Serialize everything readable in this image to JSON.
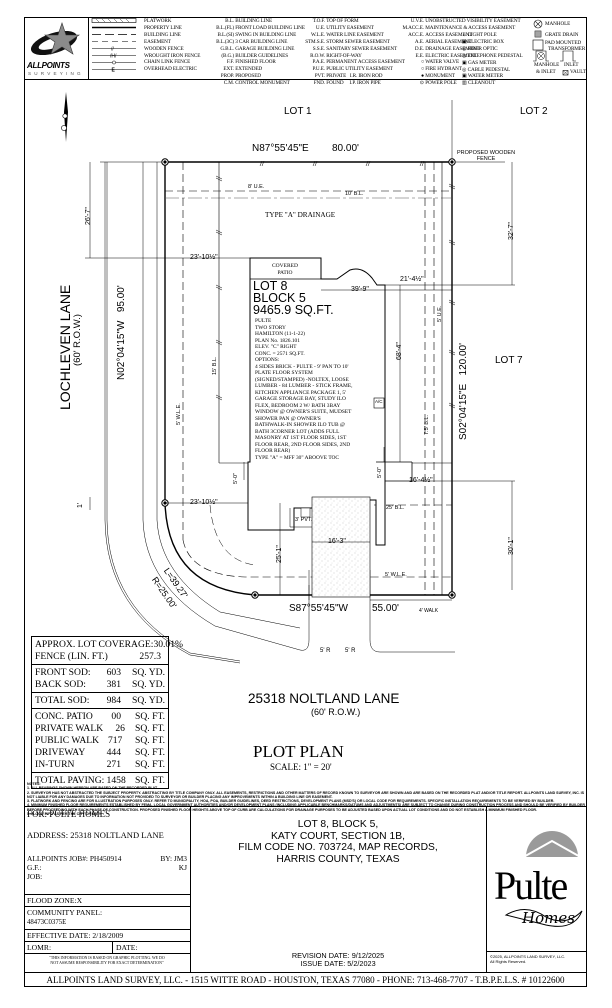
{
  "legend": {
    "logo": {
      "name": "ALLPOINTS",
      "sub": "SURVEYING"
    },
    "line_types": [
      {
        "symbol": "platwork-hatch",
        "label": "PLATWORK"
      },
      {
        "symbol": "solid-heavy",
        "label": "PROPERTY LINE"
      },
      {
        "symbol": "long-dash",
        "label": "BUILDING LINE"
      },
      {
        "symbol": "dash",
        "label": "EASEMENT"
      },
      {
        "symbol": "wooden-fence",
        "label": "WOODEN FENCE"
      },
      {
        "symbol": "wrought-iron-fence",
        "label": "WROUGHT IRON FENCE"
      },
      {
        "symbol": "chain-link-fence",
        "label": "CHAIN LINK FENCE"
      },
      {
        "symbol": "overhead-electric",
        "label": "OVERHEAD ELECTRIC"
      }
    ],
    "abbrev_col1": [
      {
        "ab": "B.L.",
        "def": "BUILDING LINE"
      },
      {
        "ab": "B.L.(FL)",
        "def": "FRONT LOAD BUILDING LINE"
      },
      {
        "ab": "B.L.(SI)",
        "def": "SWING IN BUILDING LINE"
      },
      {
        "ab": "B.L.(3C)",
        "def": "3 CAR BUILDING LINE"
      },
      {
        "ab": "G.B.L.",
        "def": "GARAGE BUILDING LINE"
      },
      {
        "ab": "(B.G.)",
        "def": "BUILDER GUIDELINES"
      },
      {
        "ab": "F.F.",
        "def": "FINISHED FLOOR"
      },
      {
        "ab": "EXT.",
        "def": "EXTENDED"
      },
      {
        "ab": "PROP.",
        "def": "PROPOSED"
      },
      {
        "ab": "C.M.",
        "def": "CONTROL MONUMENT"
      }
    ],
    "abbrev_col2": [
      {
        "ab": "T.O.F.",
        "def": "TOP OF FORM"
      },
      {
        "ab": "U.E.",
        "def": "UTILITY EASEMENT"
      },
      {
        "ab": "W.L.E.",
        "def": "WATER LINE EASEMENT"
      },
      {
        "ab": "STM.S.E.",
        "def": "STORM SEWER EASEMENT"
      },
      {
        "ab": "S.S.E.",
        "def": "SANITARY SEWER EASEMENT"
      },
      {
        "ab": "R.O.W.",
        "def": "RIGHT-OF-WAY"
      },
      {
        "ab": "P.A.E.",
        "def": "PERMANENT ACCESS EASEMENT"
      },
      {
        "ab": "P.U.E.",
        "def": "PUBLIC UTILITY EASEMENT"
      },
      {
        "ab": "PVT.",
        "def": "PRIVATE   I.R. IRON ROD"
      },
      {
        "ab": "FND.",
        "def": "FOUND     I.P. IRON PIPE"
      }
    ],
    "abbrev_col3": [
      {
        "ab": "U.V.E.",
        "def": "UNOBSTRUCTED VISIBILITY EASEMENT"
      },
      {
        "ab": "M.ACC.E.",
        "def": "MAINTENANCE & ACCESS EASEMENT"
      },
      {
        "ab": "ACC.E.",
        "def": "ACCESS EASEMENT"
      },
      {
        "ab": "A.E.",
        "def": "AERIAL EASEMENT"
      },
      {
        "ab": "D.E.",
        "def": "DRAINAGE EASEMENT"
      },
      {
        "ab": "E.E.",
        "def": "ELECTRIC EASEMENT"
      },
      {
        "ab": "○",
        "def": "WATER VALVE"
      },
      {
        "ab": "○",
        "def": "FIRE HYDRANT"
      },
      {
        "ab": "●",
        "def": "MONUMENT"
      },
      {
        "ab": "⊙",
        "def": "POWER POLE"
      }
    ],
    "symbols_col4": [
      "LIGHT POLE",
      "ELECTRIC BOX",
      "FIBER OPTIC",
      "TELEPHONE PEDESTAL",
      "GAS METER",
      "CABLE PEDESTAL",
      "WATER METER",
      "CLEANOUT"
    ],
    "symbols_col5": {
      "manhole": "MANHOLE",
      "grate_drain": "GRATE DRAIN",
      "pad_mounted": "PAD MOUNTED",
      "transformer": "TRANSFORMER",
      "manhole_inlet_1": "MANHOLE",
      "manhole_inlet_2": "& INLET",
      "inlet": "INLET",
      "vault": "VAULT"
    }
  },
  "plan": {
    "lot_north": "LOT 1",
    "lot_ne": "LOT 2",
    "lot_east": "LOT 7",
    "north_bearing": "N87°55'45\"E",
    "north_distance": "80.00'",
    "west_bearing": "N02°04'15\"W",
    "west_distance": "95.00'",
    "east_bearing": "S02°04'15\"E",
    "east_distance": "120.00'",
    "south_bearing": "S87°55'45\"W",
    "south_distance": "55.00'",
    "curve_length": "L=39.27'",
    "curve_radius": "R=25.00'",
    "proposed_fence": [
      "PROPOSED WOODEN",
      "FENCE"
    ],
    "ue_8": "8' U.E.",
    "bl_10": "10' B.L.",
    "drainage": "TYPE \"A\" DRAINAGE",
    "covered_patio": [
      "COVERED",
      "PATIO"
    ],
    "lot_label": "LOT 8",
    "block_label": "BLOCK 5",
    "area_label": "9465.9 SQ.FT.",
    "house_notes": [
      "PULTE",
      "TWO STORY",
      "HAMILTON (11-1-22)",
      "PLAN No. 1826.101",
      "ELEV. \"C\" RIGHT",
      "CONC. = 2571 SQ.FT.",
      "OPTIONS:",
      "4 SIDES BRICK - PULTE - 9' PAN TO 10'",
      "PLATE FLOOR SYSTEM",
      "(SIGNED/STAMPED) -NOLTEX, LOOSE",
      "LUMBER - 84 LUMBER - STICK FRAME,",
      "KITCHEN APPLIANCE PACKAGE 1, 5'",
      "GARAGE STORAGE BAY, STUDY ILO",
      "FLEX, BEDROOM 2 W/ BATH 3BAY",
      "WINDOW @ OWNER'S SUITE, MUDSET",
      "SHOWER PAN @ OWNER'S",
      "BATHWALK-IN SHOWER ILO TUB @",
      "BATH 3CORNER LOT (ADDS FULL",
      "MASONRY AT 1ST FLOOR SIDES, 1ST",
      "FLOOR REAR, 2ND FLOOR SIDES, 2ND",
      "FLOOR REAR)",
      "TYPE \"A\" = MFF 30\" ABOOVE TOC"
    ],
    "dims": {
      "d26_7": "26'-7\"",
      "d23_10_top": "23'-10½\"",
      "d23_10_bot": "23'-10½\"",
      "d1": "1'",
      "d39_9": "39'-9\"",
      "d21_4": "21'-4½\"",
      "d32_7": "32'-7\"",
      "d68_4": "68'-4\"",
      "d15_bl": "15' B.L.",
      "d5_wle_w": "5' W.L.E.",
      "d5_ue_e": "5' U.E.",
      "d7_5_bl": "7.5' B.L.",
      "d5_0_a": "5'-0\"",
      "d5_0_b": "5'-0\"",
      "d16_4": "16'-4½\"",
      "d25_bl": "25' B.L.",
      "d3_pvt": "3' PVT.",
      "d16_3": "16'-3\"",
      "d25_1": "25'-1\"",
      "d5_wle_s": "5' W.L.E.",
      "d30_1": "30'-1\"",
      "walk4": "4' WALK",
      "r5_left": "5' R",
      "r5_right": "5' R",
      "ac": "A/C"
    },
    "street_west": "LOCHLEVEN LANE",
    "street_west_row": "(60' R.O.W.)",
    "street_south": "25318 NOLTLAND LANE",
    "street_south_row": "(60' R.O.W.)",
    "title": "PLOT PLAN",
    "scale": "SCALE: 1\" = 20'"
  },
  "summary_table": {
    "coverage_label": "APPROX. LOT COVERAGE:",
    "coverage_value": "30.01%",
    "fence_label": "FENCE (LIN. FT.)",
    "fence_value": "257.3",
    "sod": [
      {
        "label": "FRONT SOD:",
        "value": "603",
        "unit": "SQ. YD."
      },
      {
        "label": "BACK SOD:",
        "value": "381",
        "unit": "SQ. YD."
      }
    ],
    "total_sod": {
      "label": "TOTAL SOD:",
      "value": "984",
      "unit": "SQ. YD."
    },
    "paving": [
      {
        "label": "CONC. PATIO",
        "value": "00",
        "unit": "SQ. FT."
      },
      {
        "label": "PRIVATE WALK",
        "value": "26",
        "unit": "SQ. FT."
      },
      {
        "label": "PUBLIC WALK",
        "value": "717",
        "unit": "SQ. FT."
      },
      {
        "label": "DRIVEWAY",
        "value": "444",
        "unit": "SQ. FT."
      },
      {
        "label": "IN-TURN",
        "value": "271",
        "unit": "SQ. FT."
      }
    ],
    "total_paving": {
      "label": "TOTAL PAVING:",
      "value": "1458",
      "unit": "SQ. FT."
    }
  },
  "notes": {
    "heading": "NOTES:",
    "items": [
      "1. ALL BEARINGS SHOWN HEREON ARE BASED ON THE RECORDED PLAT.",
      "2. SURVEYOR HAS NOT ABSTRACTED THE SUBJECT PROPERTY. ABSTRACTING BY TITLE COMPANY ONLY. ALL EASEMENTS, RESTRICTIONS AND OTHER MATTERS OF RECORD KNOWN TO SURVEYOR ARE SHOWN AND ARE BASED ON THE RECORDED PLAT AND/OR TITLE REPORT. ALLPOINTS LAND SURVEY, INC. IS NOT LIABLE FOR ANY DAMAGES DUE TO INFORMATION NOT PROVIDED TO SURVEYOR OR BUILDER PLACING ANY IMPROVEMENTS WITHIN A BUILDING LINE OR EASEMENT.",
      "3. FLATWORK AND FENCING ARE FOR ILLUSTRATION PURPOSES ONLY. REFER TO MUNICIPALITY, HOA, POA, BUILDER GUIDELINES, DEED RESTRICTIONS, DEVELOPMENT PLANS (MSD'S) OR LOCAL CODE FOR REQUIREMENTS. SPECIFIC INSTALLATION REQUIREMENTS TO BE VERIFIED BY BUILDER.",
      "4. MINIMUM FINISHED FLOOR REQUIREMENTS ESTABLISHED BY FEMA, LOCAL GOVERNMENT AUTHORITIES AND/OR DEVELOPMENT PLANS (INCLUDING APPLICABLE BENCHMARKS/DATUMS AND ADJUSTMENTS) ARE SUBJECT TO CHANGE DURING CONSTRUCTION PROCESS AND SHOULD BE VERIFIED BY BUILDER BEFORE PROCEEDING WITH EACH PHASE OF CONSTRUCTION. PROPOSED FINISHED FLOOR HEIGHTS ABOVE TOP OF CURB ARE CALCULATIONS FOR DRAINAGE PURPOSES TO BE ADJUSTED BASED UPON ACTUAL LOT CONDITIONS AND DO NOT ESTABLISH A MINIMUM FINISHED FLOOR.",
      "5. FLOOD INFO AS PER THE CITY OF KATY"
    ]
  },
  "title_block": {
    "for": "FOR:  PULTE HOMES",
    "address": "ADDRESS: 25318 NOLTLAND LANE",
    "job_label": "ALLPOINTS JOB#: PH450914",
    "by": "BY: JM3",
    "gf": "G.F.:",
    "kj": "KJ",
    "job": "JOB:",
    "flood_zone": "FLOOD ZONE:X",
    "community_panel_label": "COMMUNITY PANEL:",
    "community_panel": "48473C0375E",
    "effective_date": "EFFECTIVE DATE: 2/18/2009",
    "lomr": "LOMR:",
    "date": "DATE:",
    "disclaimer": [
      "\"THIS INFORMATION IS BASED ON GRAPHIC PLOTTING.  WE DO",
      "NOT ASSUME RESPONSIBILITY FOR EXACT DETERMINATION\""
    ],
    "legal": [
      "LOT 8, BLOCK 5,",
      "KATY COURT, SECTION 1B,",
      "FILM CODE NO. 703724, MAP RECORDS,",
      "HARRIS COUNTY, TEXAS"
    ],
    "revision_date": "REVISION DATE: 9/12/2025",
    "issue_date": "ISSUE DATE: 5/2/2023",
    "brand": {
      "line1": "Pulte",
      "line2": "Homes"
    },
    "copyright": [
      "©2025, ALLPOINTS LAND SURVEY, LLC.",
      "All Rights Reserved."
    ],
    "footer": "ALLPOINTS LAND SURVEY, LLC. - 1515 WITTE ROAD - HOUSTON, TEXAS 77080 - PHONE: 713-468-7707 - T.B.P.E.L.S. # 10122600"
  },
  "colors": {
    "ink": "#000000",
    "logo_gray": "#8a8a8a",
    "pulte_roof": "#9a9a9a",
    "drive_stipple": "#d8d8d8"
  }
}
